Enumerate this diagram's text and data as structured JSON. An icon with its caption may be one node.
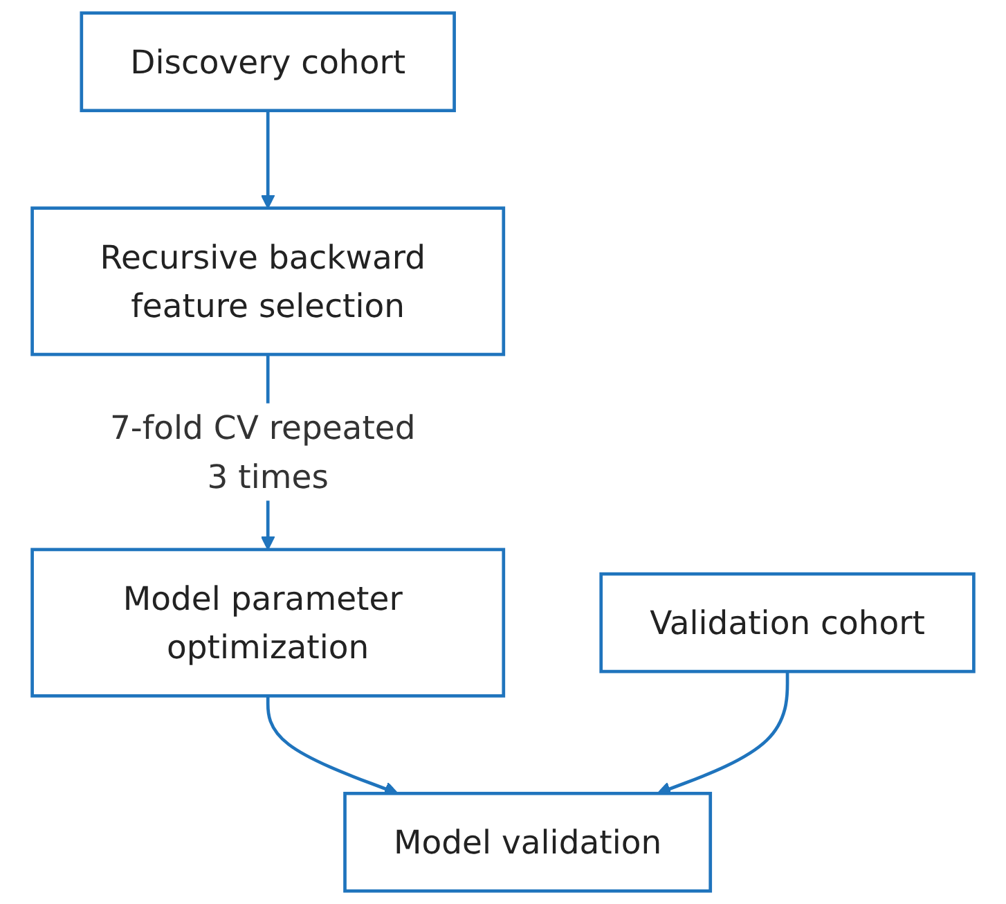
{
  "diagram": {
    "nodes": [
      {
        "text": [
          "Discovery cohort"
        ]
      },
      {
        "text": [
          "Validation cohort"
        ]
      },
      {
        "text": [
          "Recursive backward feature selection"
        ]
      },
      {
        "text": [
          "Model parameter optimization"
        ]
      },
      {
        "text": [
          "Model validation"
        ]
      }
    ],
    "edges": [
      {
        "from": 0,
        "to": 2,
        "arrow": "to"
      },
      {
        "from": 2,
        "to": 3,
        "arrow": "to",
        "label": "7-fold CV repeated 3 times"
      },
      {
        "from": 3,
        "to": 4,
        "arrow": "to"
      },
      {
        "from": 1,
        "to": 4,
        "arrow": "to"
      }
    ]
  }
}
